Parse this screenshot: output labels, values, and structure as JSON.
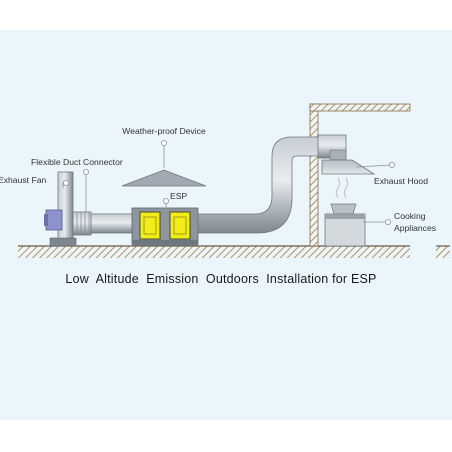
{
  "labels": {
    "weather_proof": "Weather-proof Device",
    "flex_duct": "Flexible Duct Connector",
    "exhaust_fan": "Exhaust Fan",
    "esp": "ESP",
    "exhaust_hood": "Exhaust Hood",
    "cooking_line1": "Cooking",
    "cooking_line2": "Appliances"
  },
  "caption": "Low  Altitude  Emission  Outdoors  Installation for ESP",
  "colors": {
    "background": "#eaf6fb",
    "duct": "#9aa3ab",
    "esp_body": "#f2ec1a",
    "ground_hatch": "#b8905c"
  }
}
